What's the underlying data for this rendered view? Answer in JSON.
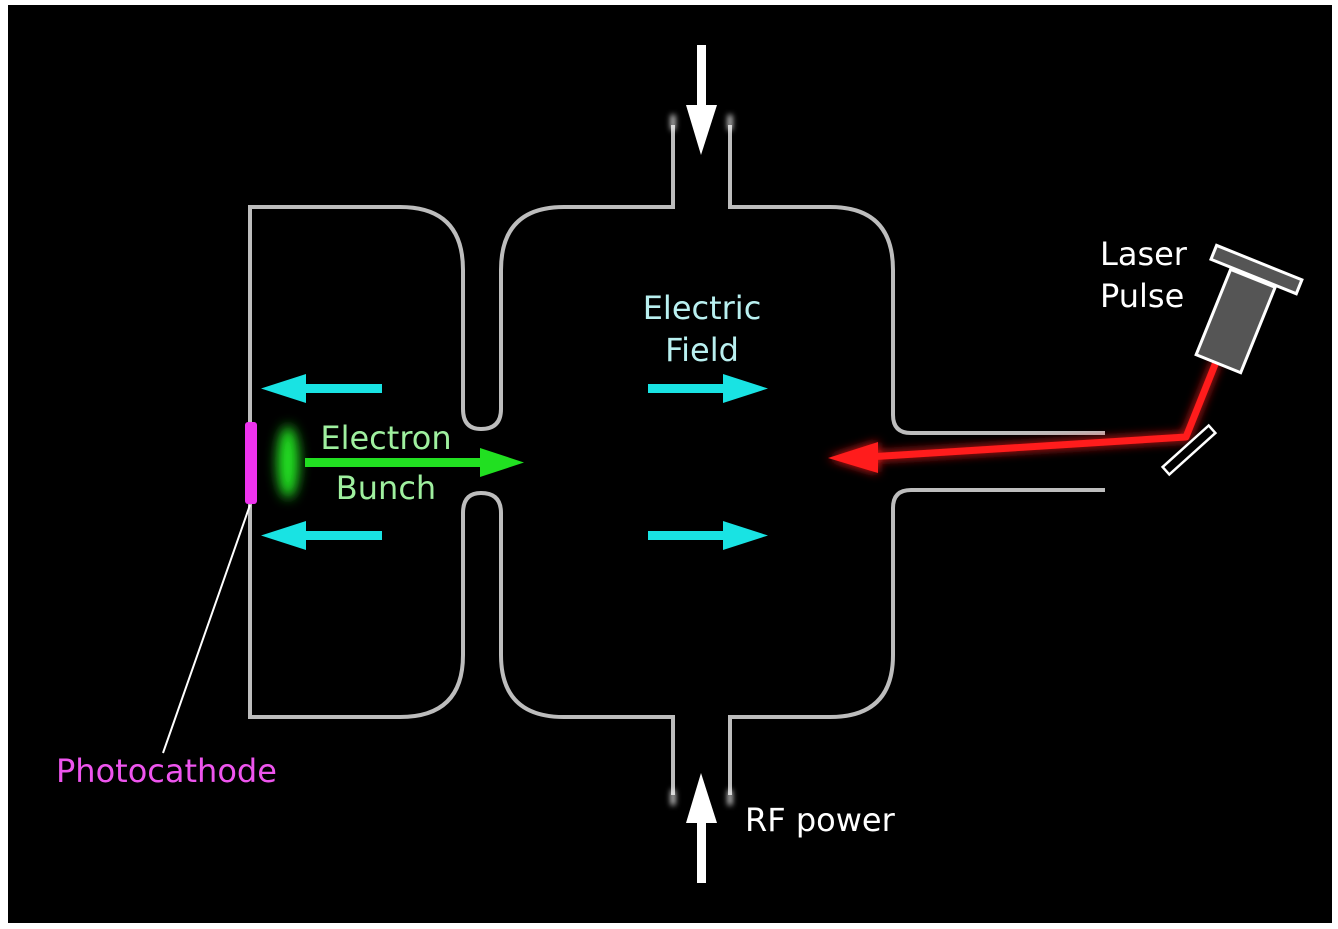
{
  "labels": {
    "electric_field": [
      "Electric",
      "Field"
    ],
    "electron_bunch": [
      "Electron",
      "Bunch"
    ],
    "laser_pulse": [
      "Laser",
      "Pulse"
    ],
    "photocathode": "Photocathode",
    "rf_power": "RF power"
  },
  "colors": {
    "background": "#000000",
    "cavity_wall": "#bdbdbd",
    "field_arrow": "#19e3e3",
    "field_text": "#b9f0f0",
    "electron": "#21e021",
    "electron_text": "#9ff09f",
    "laser": "#ff1a1a",
    "photocathode": "#ee33ee",
    "white": "#ffffff"
  }
}
